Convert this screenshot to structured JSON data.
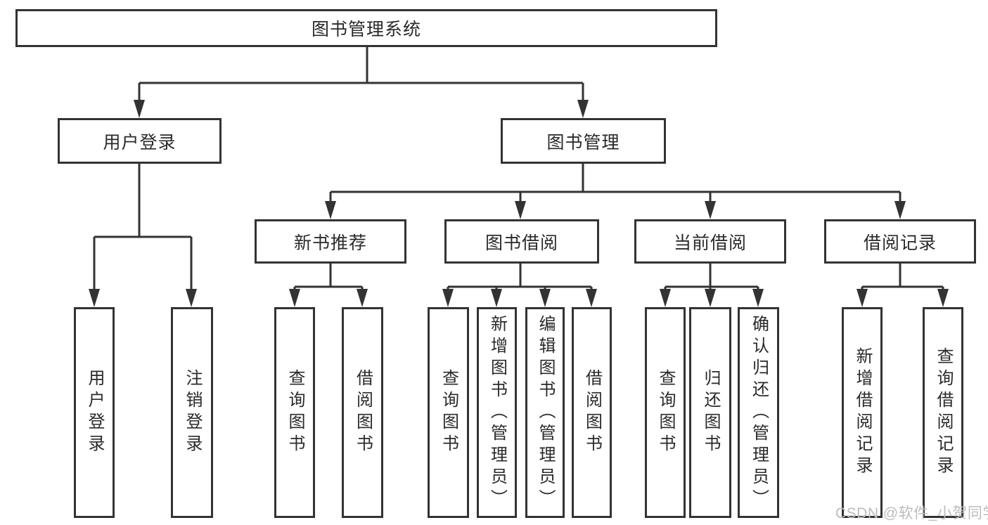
{
  "nodes": {
    "root": "图书管理系统",
    "user_login": "用户登录",
    "book_management": "图书管理",
    "new_book_recommend": "新书推荐",
    "book_borrow": "图书借阅",
    "current_borrow": "当前借阅",
    "borrow_records": "借阅记录",
    "leaves": {
      "user_login": [
        "用户登录",
        "注销登录"
      ],
      "new_book_recommend": [
        "查询图书",
        "借阅图书"
      ],
      "book_borrow": [
        "查询图书",
        "新增图书（管理员）",
        "编辑图书（管理员）",
        "借阅图书"
      ],
      "current_borrow": [
        "查询图书",
        "归还图书",
        "确认归还（管理员）"
      ],
      "borrow_records": [
        "新增借阅记录",
        "查询借阅记录"
      ]
    }
  },
  "watermark": "CSDN @软件_小贺同学",
  "colors": {
    "line": "#333333",
    "text": "#2a2a2a",
    "watermark": "#bcbcbc",
    "background": "#ffffff"
  }
}
